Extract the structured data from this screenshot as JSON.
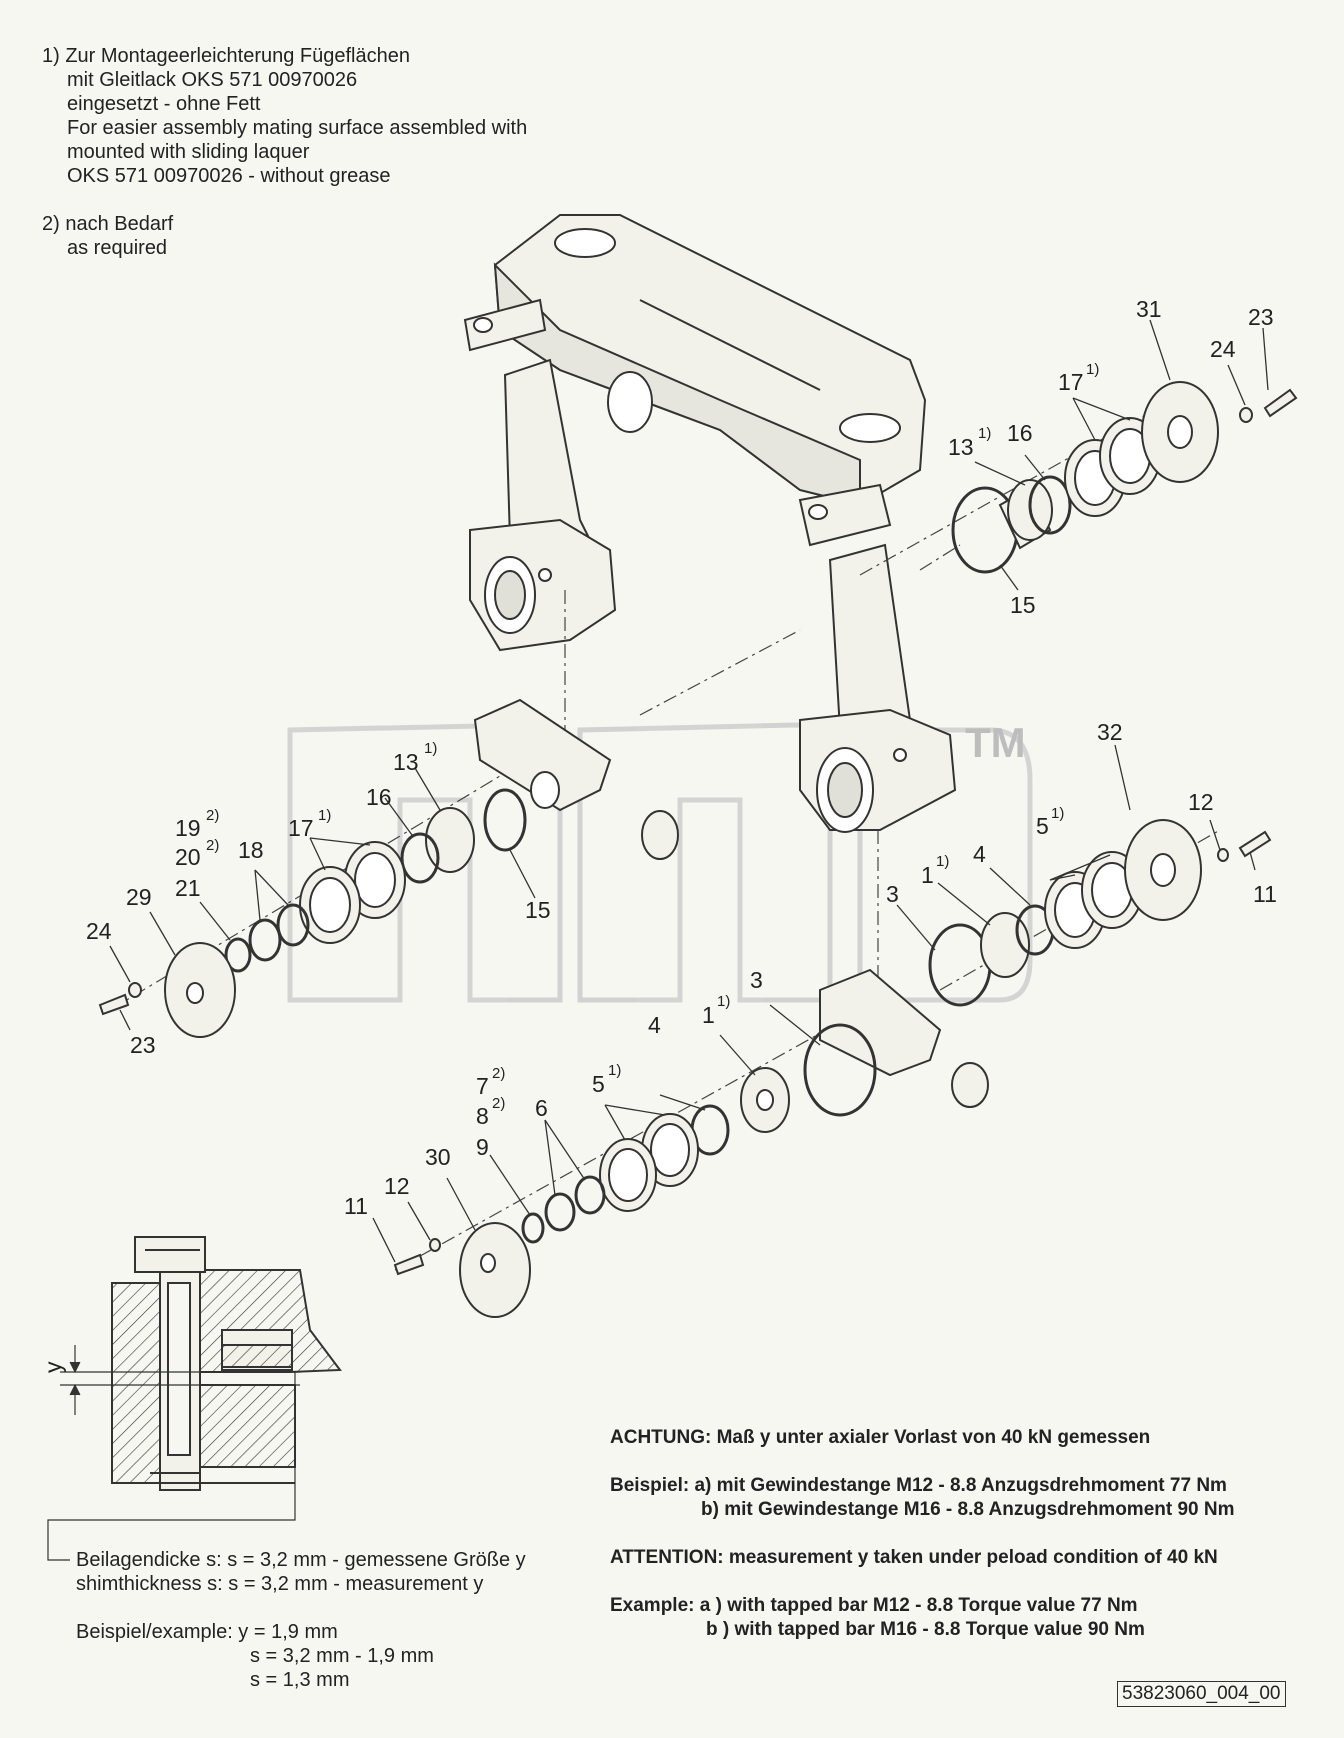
{
  "notes": {
    "note1": {
      "lines": [
        "1) Zur Montageerleichterung Fügeflächen",
        "mit Gleitlack OKS 571 00970026",
        "eingesetzt - ohne Fett",
        "For easier assembly mating surface assembled with",
        "mounted with sliding laquer",
        "OKS 571 00970026 - without grease"
      ]
    },
    "note2": {
      "lines": [
        "2) nach Bedarf",
        "as required"
      ]
    }
  },
  "callouts": {
    "c31": "31",
    "c23a": "23",
    "c24a": "24",
    "c17a": "17",
    "c13a": "13",
    "c16a": "16",
    "c15a": "15",
    "c32": "32",
    "c12a": "12",
    "c11a": "11",
    "c5a": "5",
    "c4a": "4",
    "c1a": "1",
    "c3a": "3",
    "c13b": "13",
    "c16b": "16",
    "c17b": "17",
    "c15b": "15",
    "c19": "19",
    "c20": "20",
    "c18": "18",
    "c21": "21",
    "c29": "29",
    "c24b": "24",
    "c23b": "23",
    "c3b": "3",
    "c1b": "1",
    "c4b": "4",
    "c5b": "5",
    "c7": "7",
    "c8": "8",
    "c6": "6",
    "c9": "9",
    "c30": "30",
    "c12b": "12",
    "c11b": "11",
    "sup1": "1)",
    "sup2": "2)",
    "y_label": "y"
  },
  "watermark": {
    "text": "TM"
  },
  "achtung": {
    "line1": "ACHTUNG: Maß y unter axialer Vorlast von 40 kN gemessen",
    "line2": "Beispiel: a) mit Gewindestange M12 - 8.8 Anzugsdrehmoment 77 Nm",
    "line3": "b) mit Gewindestange M16 - 8.8 Anzugsdrehmoment 90 Nm",
    "line4": "ATTENTION: measurement y taken under peload condition of 40 kN",
    "line5": "Example: a ) with tapped bar M12 - 8.8 Torque value 77 Nm",
    "line6": "b ) with tapped bar M16 -  8.8 Torque value 90 Nm"
  },
  "shim": {
    "line1": "Beilagendicke s: s = 3,2 mm - gemessene Größe  y",
    "line2": "shimthickness s: s = 3,2 mm - measurement  y",
    "line3": "Beispiel/example:  y = 1,9 mm",
    "line4": "s = 3,2 mm - 1,9 mm",
    "line5": "s = 1,3 mm"
  },
  "doc_id": "53823060_004_00"
}
